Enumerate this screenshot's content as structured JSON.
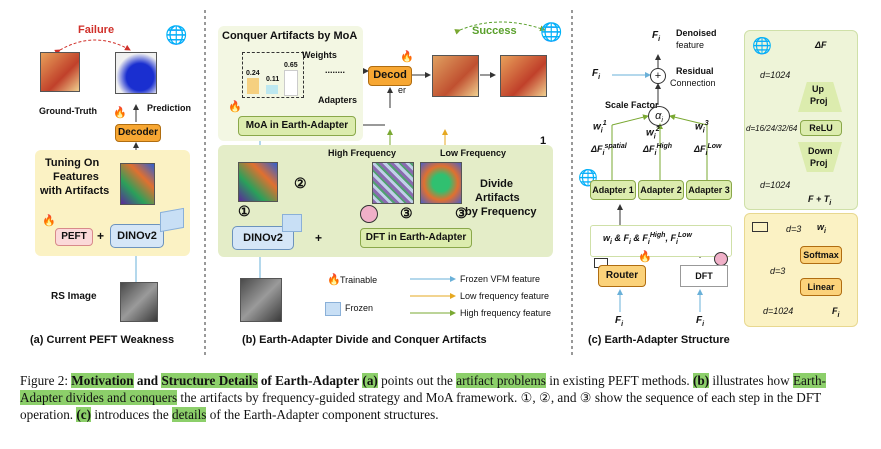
{
  "panel_a": {
    "failure": "Failure",
    "ground_truth": "Ground-Truth",
    "prediction": "Prediction",
    "decoder": "Decoder",
    "tuning_line1": "Tuning On",
    "tuning_line2": "Features",
    "tuning_line3": "with Artifacts",
    "peft": "PEFT",
    "plus": "+",
    "dinov2": "DINOv2",
    "rs_image": "RS Image",
    "caption": "(a) Current PEFT Weakness"
  },
  "panel_b": {
    "conquer_title": "Conquer Artifacts by MoA",
    "success": "Success",
    "weights": "Weights",
    "w1": "0.24",
    "w2": "0.11",
    "w3": "0.65",
    "dots": "........",
    "decoder": "Decod",
    "decoder_er": "er",
    "adapters": "Adapters",
    "moa": "MoA in Earth-Adapter",
    "one": "1",
    "high_freq": "High Frequency",
    "low_freq": "Low Frequency",
    "divide_line1": "Divide",
    "divide_line2": "Artifacts",
    "divide_line3": "by Frequency",
    "step1": "①",
    "step2": "②",
    "step3a": "③",
    "step3b": "③",
    "dinov2": "DINOv2",
    "plus": "+",
    "dft": "DFT in Earth-Adapter",
    "caption": "(b) Earth-Adapter Divide and Conquer Artifacts"
  },
  "legend": {
    "trainable": "Trainable",
    "frozen": "Frozen",
    "frozen_vfm": "Frozen VFM feature",
    "low_feature": "Low frequency feature",
    "high_feature": "High frequency feature"
  },
  "panel_c": {
    "fi_top": "F",
    "denoised_line1": "Denoised",
    "denoised_line2": "feature",
    "residual_line1": "Residual",
    "residual_line2": "Connection",
    "scale_factor": "Scale Factor",
    "alpha": "α",
    "w1": "w",
    "w2": "w",
    "w3": "w",
    "dF_spatial": "ΔF",
    "dF_high": "ΔF",
    "dF_low": "ΔF",
    "adapter1": "Adapter 1",
    "adapter2": "Adapter 2",
    "adapter3": "Adapter 3",
    "combo": "w",
    "router": "Router",
    "dft": "DFT",
    "fi_bottom1": "F",
    "fi_bottom2": "F",
    "d1024_a": "d=1024",
    "d_mid": "d=16/24/32/64",
    "d1024_b": "d=1024",
    "dF_out": "ΔF",
    "up_proj_1": "Up",
    "up_proj_2": "Proj",
    "relu": "ReLU",
    "down_proj_1": "Down",
    "down_proj_2": "Proj",
    "f_plus_t": "F + T",
    "d3_a": "d=3",
    "wi": "w",
    "softmax": "Softmax",
    "d3_b": "d=3",
    "linear": "Linear",
    "d1024_c": "d=1024",
    "fi_router": "F",
    "caption": "(c) Earth-Adapter Structure"
  },
  "caption": {
    "p1": "Figure 2: ",
    "p2": "Motivation",
    "p3": " and ",
    "p4": "Structure Details",
    "p5": " of Earth-Adapter ",
    "p6": "(a)",
    "p7": " points out the ",
    "p8": "artifact problems",
    "p9": " in existing PEFT methods. ",
    "p10": "(b)",
    "p11": " illustrates how ",
    "p12": "Earth-Adapter divides and conquers",
    "p13": " the artifacts by frequency-guided strategy and MoA framework. ①, ②, and ③ show the sequence of each step in the DFT operation. ",
    "p14": "(c)",
    "p15": " introduces the ",
    "p16": "details",
    "p17": " of the Earth-Adapter component structures."
  },
  "colors": {
    "yellow_panel": "#fbf2c4",
    "green_panel": "#e4edc8",
    "orange": "#f7a733",
    "highlight": "#8ccf6a",
    "failure_red": "#d0302a",
    "success_green": "#5aa02c"
  }
}
